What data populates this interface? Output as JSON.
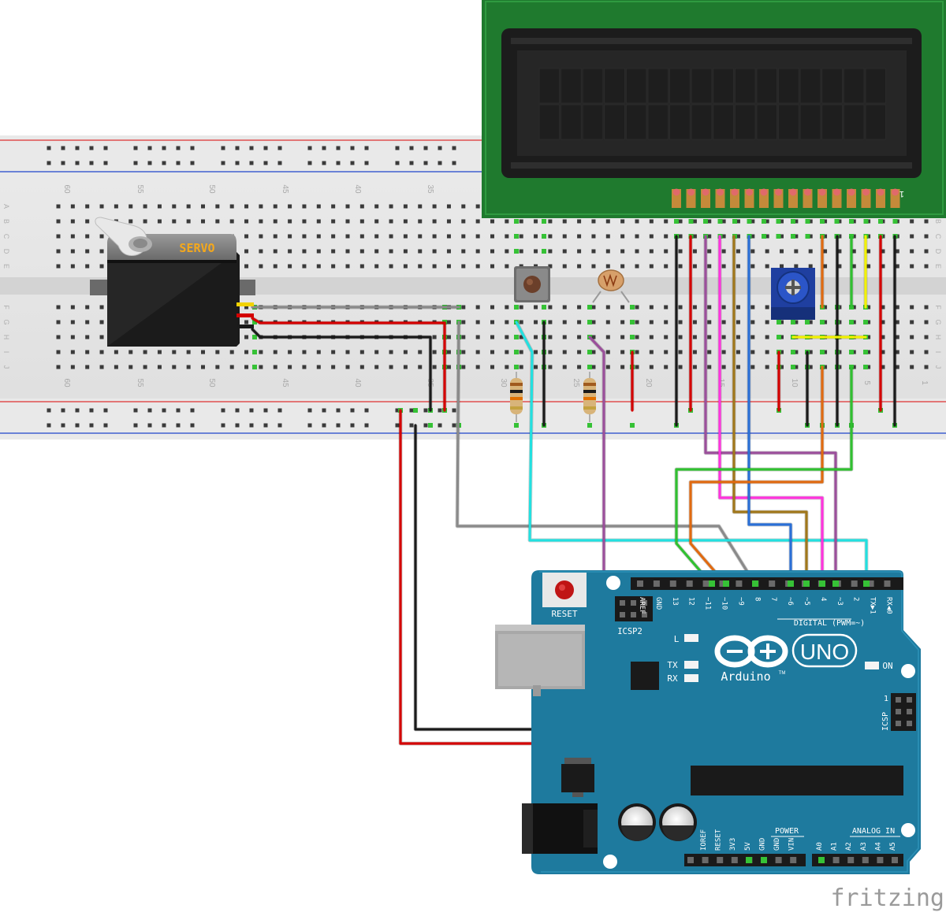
{
  "servo": {
    "label": "SERVO"
  },
  "arduino": {
    "reset_label": "RESET",
    "icsp2_label": "ICSP2",
    "icsp_label": "ICSP",
    "icsp_pin1": "1",
    "digital_label": "DIGITAL (PWM=~)",
    "led_l": "L",
    "led_tx": "TX",
    "led_rx": "RX",
    "led_on": "ON",
    "brand": "Arduino",
    "trademark": "TM",
    "model": "UNO",
    "power_label": "POWER",
    "analog_label": "ANALOG IN",
    "header_top_labels": [
      "AREF",
      "GND",
      "13",
      "12",
      "~11",
      "~10",
      "~9",
      "8",
      "7",
      "~6",
      "~5",
      "4",
      "~3",
      "2",
      "TX▶1",
      "RX◀0"
    ],
    "power_pins": [
      "IOREF",
      "RESET",
      "3V3",
      "5V",
      "GND",
      "GND",
      "VIN"
    ],
    "analog_pins": [
      "A0",
      "A1",
      "A2",
      "A3",
      "A4",
      "A5"
    ]
  },
  "breadboard": {
    "column_numbers": [
      "60",
      "55",
      "50",
      "45",
      "40",
      "35",
      "30",
      "25",
      "20",
      "15",
      "10",
      "5",
      "1"
    ],
    "row_letters_top": [
      "A",
      "B",
      "C",
      "D",
      "E"
    ],
    "row_letters_bottom": [
      "F",
      "G",
      "H",
      "I",
      "J"
    ]
  },
  "lcd": {
    "pin1_label": "1"
  },
  "watermark": "fritzing",
  "colors": {
    "red": "#d40000",
    "black": "#1a1a1a",
    "gray": "#8a8a8a",
    "cyan": "#22e0e0",
    "purple": "#9b4f9b",
    "magenta": "#ff33dd",
    "brown": "#a0771b",
    "blue": "#2a6fd6",
    "orange": "#e06a10",
    "green": "#30c030",
    "yellow": "#f2f200",
    "arduino_teal": "#1e7a9e",
    "lcd_pcb": "#1f7a2e"
  }
}
